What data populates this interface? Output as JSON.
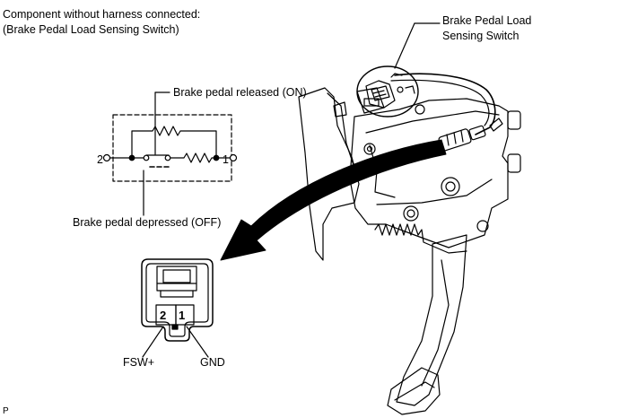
{
  "header": {
    "line1": "Component without harness connected:",
    "line2": "(Brake Pedal Load Sensing Switch)"
  },
  "callout": {
    "line1": "Brake Pedal Load",
    "line2": "Sensing Switch"
  },
  "schematic": {
    "released_label": "Brake pedal released (ON)",
    "depressed_label": "Brake pedal depressed (OFF)",
    "terminal_left": "2",
    "terminal_right": "1"
  },
  "connector": {
    "pin_left": "2",
    "pin_right": "1",
    "pin_left_name": "FSW+",
    "pin_right_name": "GND"
  },
  "footer": {
    "code": "P"
  }
}
